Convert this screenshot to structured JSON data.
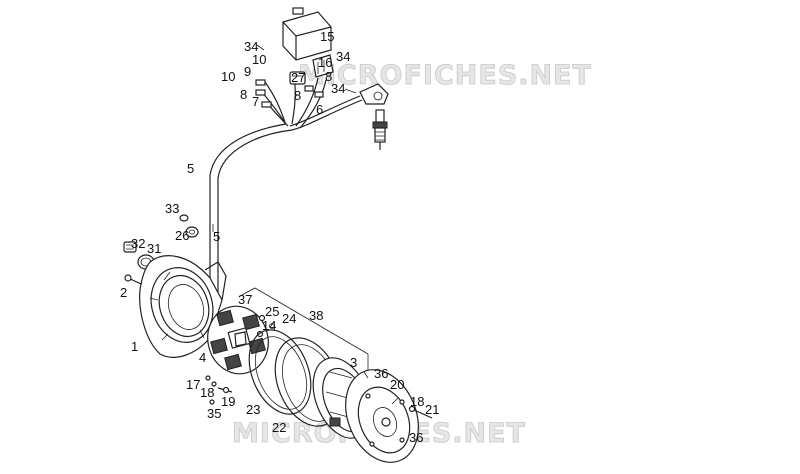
{
  "watermarks": [
    "MICROFICHES.NET",
    "MICROFICHES.NET"
  ],
  "callouts": [
    {
      "id": "c15",
      "text": "15"
    },
    {
      "id": "c34a",
      "text": "34"
    },
    {
      "id": "c16",
      "text": "16"
    },
    {
      "id": "c34b",
      "text": "34"
    },
    {
      "id": "c10a",
      "text": "10"
    },
    {
      "id": "c9",
      "text": "9"
    },
    {
      "id": "c27",
      "text": "27"
    },
    {
      "id": "c10b",
      "text": "10"
    },
    {
      "id": "c8a",
      "text": "8"
    },
    {
      "id": "c8b",
      "text": "8"
    },
    {
      "id": "c34c",
      "text": "34"
    },
    {
      "id": "c7",
      "text": "7"
    },
    {
      "id": "c8c",
      "text": "8"
    },
    {
      "id": "c6",
      "text": "6"
    },
    {
      "id": "c5a",
      "text": "5"
    },
    {
      "id": "c33",
      "text": "33"
    },
    {
      "id": "c26",
      "text": "26"
    },
    {
      "id": "c5b",
      "text": "5"
    },
    {
      "id": "c32",
      "text": "32"
    },
    {
      "id": "c31",
      "text": "31"
    },
    {
      "id": "c2",
      "text": "2"
    },
    {
      "id": "c37",
      "text": "37"
    },
    {
      "id": "c25",
      "text": "25"
    },
    {
      "id": "c24",
      "text": "24"
    },
    {
      "id": "c38",
      "text": "38"
    },
    {
      "id": "c14",
      "text": "14"
    },
    {
      "id": "c1",
      "text": "1"
    },
    {
      "id": "c4",
      "text": "4"
    },
    {
      "id": "c3",
      "text": "3"
    },
    {
      "id": "c36a",
      "text": "36"
    },
    {
      "id": "c20",
      "text": "20"
    },
    {
      "id": "c17",
      "text": "17"
    },
    {
      "id": "c18a",
      "text": "18"
    },
    {
      "id": "c19",
      "text": "19"
    },
    {
      "id": "c35",
      "text": "35"
    },
    {
      "id": "c23",
      "text": "23"
    },
    {
      "id": "c18b",
      "text": "18"
    },
    {
      "id": "c21",
      "text": "21"
    },
    {
      "id": "c22",
      "text": "22"
    },
    {
      "id": "c36b",
      "text": "36"
    }
  ]
}
